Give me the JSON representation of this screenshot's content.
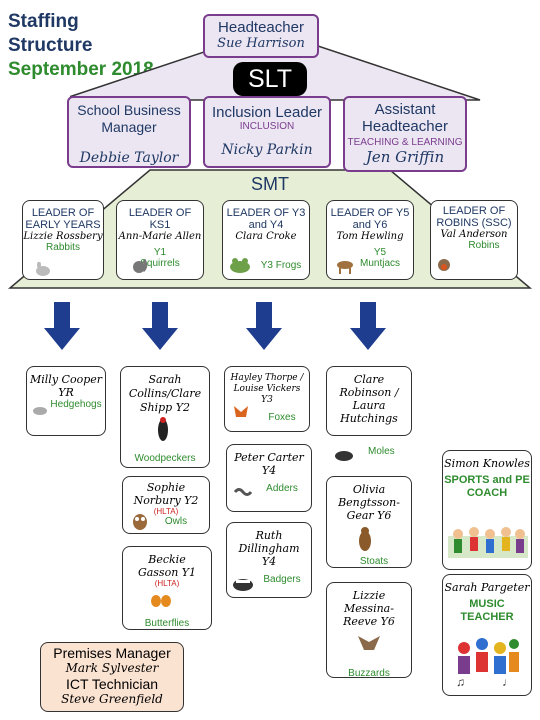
{
  "title": {
    "line1": "Staffing",
    "line2": "Structure",
    "line3": "September 2018"
  },
  "headteacher": {
    "role": "Headteacher",
    "name": "Sue Harrison"
  },
  "slt_label": "SLT",
  "smt_label": "SMT",
  "slt": {
    "business_manager": {
      "role": "School Business Manager",
      "name": "Debbie Taylor"
    },
    "inclusion": {
      "role": "Inclusion Leader",
      "tag": "INCLUSION",
      "name": "Nicky Parkin"
    },
    "assistant_head": {
      "role": "Assistant Headteacher",
      "tag": "TEACHING & LEARNING",
      "name": "Jen Griffin"
    }
  },
  "smt": [
    {
      "line1": "LEADER OF",
      "line2": "EARLY YEARS",
      "name": "Lizzie Rossbery",
      "tag": "Rabbits"
    },
    {
      "line1": "LEADER OF KS1",
      "name": "Ann-Marie Allen",
      "tag": "Squirrels",
      "class": "Y1"
    },
    {
      "line1": "LEADER OF Y3 and Y4",
      "name": "Clara Croke",
      "tag": "Y3 Frogs"
    },
    {
      "line1": "LEADER OF Y5 and Y6",
      "name": "Tom Hewling",
      "tag": "Muntjacs",
      "class": "Y5"
    },
    {
      "line1": "LEADER OF ROBINS (SSC)",
      "name": "Val Anderson",
      "tag": "Robins"
    }
  ],
  "teachers": {
    "milly": {
      "name": "Milly Cooper",
      "year": "YR",
      "tag": "Hedgehogs"
    },
    "sarah_collins": {
      "name": "Sarah Collins/Clare Shipp Y2",
      "tag": "Woodpeckers"
    },
    "hayley": {
      "name": "Hayley Thorpe / Louise Vickers Y3",
      "tag": "Foxes"
    },
    "clare_robinson": {
      "name": "Clare Robinson / Laura Hutchings",
      "tag": "Moles"
    },
    "peter": {
      "name": "Peter Carter Y4",
      "tag": "Adders"
    },
    "sophie": {
      "name": "Sophie Norbury Y2",
      "hlta": "(HLTA)",
      "tag": "Owls"
    },
    "olivia": {
      "name": "Olivia Bengtsson-Gear Y6",
      "tag": "Stoats"
    },
    "ruth": {
      "name": "Ruth Dillingham Y4",
      "tag": "Badgers"
    },
    "beckie": {
      "name": "Beckie Gasson Y1",
      "hlta": "(HLTA)",
      "tag": "Butterflies"
    },
    "lizzie_messina": {
      "name": "Lizzie Messina-Reeve Y6",
      "tag": "Buzzards"
    },
    "simon": {
      "name": "Simon Knowles",
      "tag": "SPORTS and PE COACH"
    },
    "sarah_pargeter": {
      "name": "Sarah Pargeter",
      "tag": "MUSIC TEACHER"
    }
  },
  "premises": {
    "role1": "Premises Manager",
    "name1": "Mark Sylvester",
    "role2": "ICT Technician",
    "name2": "Steve Greenfield"
  },
  "colors": {
    "navy": "#1f3864",
    "green": "#2e8b2e",
    "purple": "#7a3d8e",
    "arrow": "#1f3d8f",
    "smt_fill": "#e6efd6",
    "premises_fill": "#fbe3d2"
  }
}
